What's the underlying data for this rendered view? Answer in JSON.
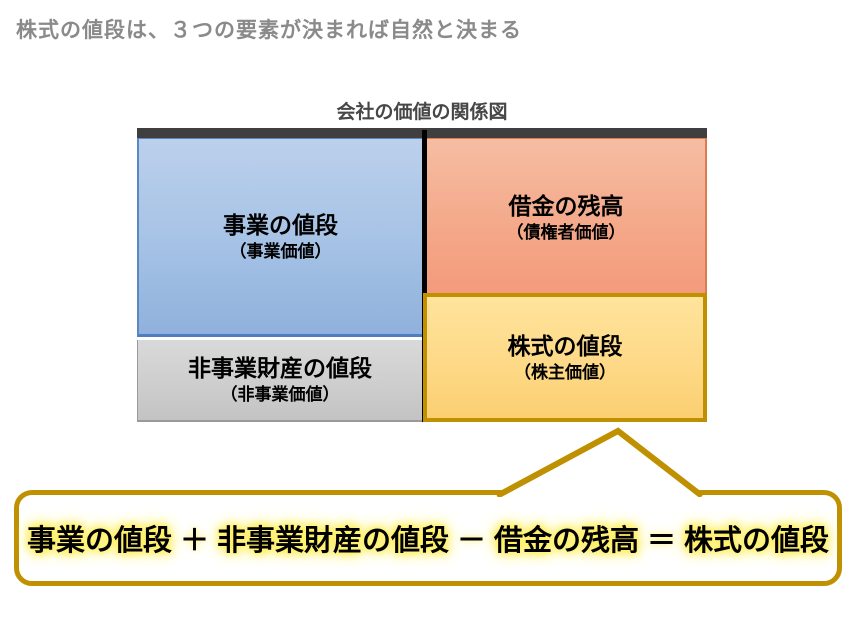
{
  "header": {
    "title": "株式の値段は、３つの要素が決まれば自然と決まる",
    "color": "#8a8a8a"
  },
  "diagram": {
    "title": "会社の価値の関係図",
    "topbar_color": "#3f3f3f",
    "divider_color": "#000000",
    "quadrants": {
      "business": {
        "label": "事業の値段",
        "sub": "（事業価値）",
        "fill": "#a5c2e5",
        "border": "#5b87c5"
      },
      "nonbusiness": {
        "label": "非事業財産の値段",
        "sub": "（非事業価値）",
        "fill": "#cecece",
        "border": "#9a9a9a"
      },
      "debt": {
        "label": "借金の残高",
        "sub": "（債権者価値）",
        "fill": "#f4a98a",
        "border": "#da7c50"
      },
      "equity": {
        "label": "株式の値段",
        "sub": "（株主価値）",
        "fill": "#fed987",
        "border": "#bf9000"
      }
    }
  },
  "formula": {
    "full": "事業の値段 ＋ 非事業財産の値段 － 借金の残高 ＝ 株式の値段",
    "parts": [
      {
        "text": "事業の値段",
        "kind": "term"
      },
      {
        "text": "＋",
        "kind": "op"
      },
      {
        "text": "非事業財産の値段",
        "kind": "term"
      },
      {
        "text": "－",
        "kind": "op"
      },
      {
        "text": "借金の残高",
        "kind": "term"
      },
      {
        "text": "＝",
        "kind": "op"
      },
      {
        "text": "株式の値段",
        "kind": "term"
      }
    ],
    "border_color": "#bf9000",
    "glow_color": "#ffee55"
  }
}
